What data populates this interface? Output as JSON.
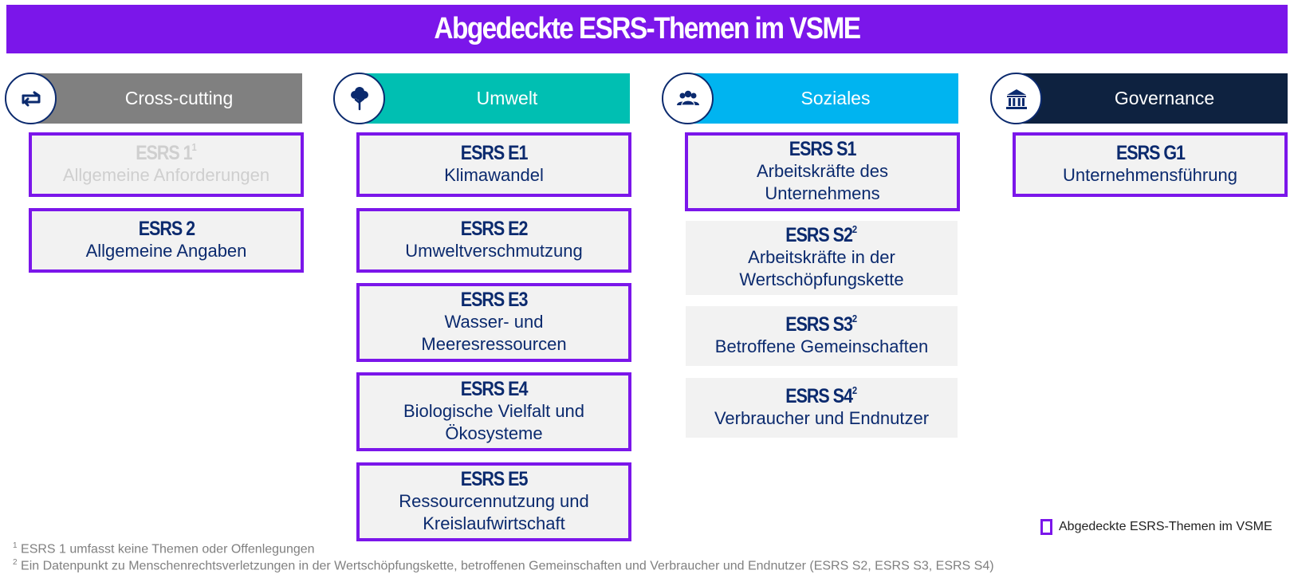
{
  "title": "Abgedeckte ESRS-Themen im VSME",
  "colors": {
    "accent_purple": "#7B16EA",
    "cross_cutting": "#808080",
    "umwelt": "#00BFB2",
    "soziales": "#00B4F0",
    "governance": "#0E2240",
    "text_navy": "#0B2A6E",
    "box_bg": "#F2F2F2"
  },
  "columns": [
    {
      "header": "Cross-cutting",
      "icon": "swap-arrows-icon",
      "items": [
        {
          "code": "ESRS 1",
          "sup": "1",
          "name": "Allgemeine Anforderungen",
          "covered": true
        },
        {
          "code": "ESRS 2",
          "sup": "",
          "name": "Allgemeine Angaben",
          "covered": true
        }
      ]
    },
    {
      "header": "Umwelt",
      "icon": "tree-icon",
      "items": [
        {
          "code": "ESRS E1",
          "sup": "",
          "name": "Klimawandel",
          "covered": true
        },
        {
          "code": "ESRS E2",
          "sup": "",
          "name": "Umweltverschmutzung",
          "covered": true
        },
        {
          "code": "ESRS E3",
          "sup": "",
          "name_line1": "Wasser- und",
          "name_line2": "Meeresressourcen",
          "covered": true
        },
        {
          "code": "ESRS E4",
          "sup": "",
          "name_line1": "Biologische Vielfalt und",
          "name_line2": "Ökosysteme",
          "covered": true
        },
        {
          "code": "ESRS E5",
          "sup": "",
          "name_line1": "Ressourcennutzung und",
          "name_line2": "Kreislaufwirtschaft",
          "covered": true
        }
      ]
    },
    {
      "header": "Soziales",
      "icon": "people-icon",
      "items": [
        {
          "code": "ESRS S1",
          "sup": "",
          "name_line1": "Arbeitskräfte des",
          "name_line2": "Unternehmens",
          "covered": true
        },
        {
          "code": "ESRS S2",
          "sup": "2",
          "name_line1": "Arbeitskräfte in der",
          "name_line2": "Wertschöpfungskette",
          "covered": false
        },
        {
          "code": "ESRS S3",
          "sup": "2",
          "name": "Betroffene Gemeinschaften",
          "covered": false
        },
        {
          "code": "ESRS S4",
          "sup": "2",
          "name": "Verbraucher und Endnutzer",
          "covered": false
        }
      ]
    },
    {
      "header": "Governance",
      "icon": "bank-building-icon",
      "items": [
        {
          "code": "ESRS G1",
          "sup": "",
          "name": "Unternehmensführung",
          "covered": true
        }
      ]
    }
  ],
  "legend": {
    "label": "Abgedeckte ESRS-Themen im VSME"
  },
  "footnotes": [
    {
      "mark": "1",
      "text": "ESRS 1 umfasst keine Themen oder Offenlegungen"
    },
    {
      "mark": "2",
      "text": "Ein Datenpunkt zu Menschenrechtsverletzungen in der Wertschöpfungskette, betroffenen Gemeinschaften und Verbraucher und Endnutzer (ESRS S2, ESRS S3, ESRS S4)"
    }
  ]
}
